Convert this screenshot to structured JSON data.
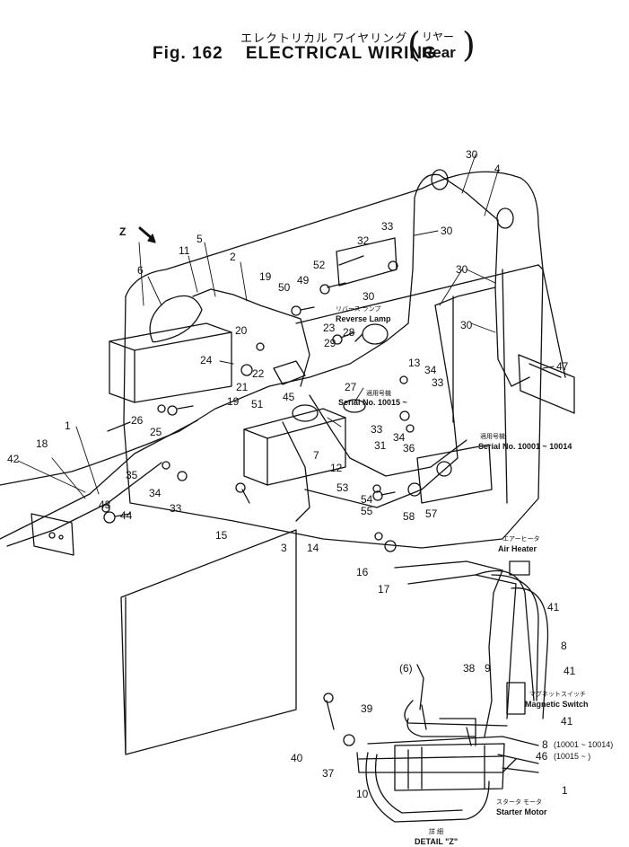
{
  "header": {
    "title_jp": "エレクトリカル ワイヤリング",
    "fig_label": "Fig. 162",
    "title_en": "ELECTRICAL WIRING",
    "qualifier_jp": "リヤー",
    "qualifier_en": "Rear"
  },
  "view_marker": "Z",
  "labels": {
    "reverse_lamp_jp": "リバース ランプ",
    "reverse_lamp": "Reverse Lamp",
    "serial_jp_a": "適用号機",
    "serial_a": "Serial No. 10015 ~",
    "serial_jp_b": "適用号機",
    "serial_b": "Serial No. 10001 ~ 10014",
    "air_heater_jp": "エアーヒータ",
    "air_heater": "Air Heater",
    "magnetic_switch_jp": "マグネットスイッチ",
    "magnetic_switch": "Magnetic Switch",
    "starter_motor_jp": "スタータ モータ",
    "starter_motor": "Starter Motor",
    "detail_jp": "詳 細",
    "detail": "DETAIL \"Z\"",
    "part8_serial": "(10001 ~ 10014)",
    "part46_serial": "(10015 ~ )",
    "part6_ref": "(6)"
  },
  "callouts": {
    "c30a": "30",
    "c4": "4",
    "c30b": "30",
    "c33a": "33",
    "c32": "32",
    "c52": "52",
    "c30c": "30",
    "c30d": "30",
    "c30e": "30",
    "c47": "47",
    "c50": "50",
    "c49": "49",
    "c11": "11",
    "c5": "5",
    "c6": "6",
    "c2": "2",
    "c19a": "19",
    "c23": "23",
    "c20": "20",
    "c28": "28",
    "c29": "29",
    "c13": "13",
    "c34a": "34",
    "c33b": "33",
    "c24": "24",
    "c22": "22",
    "c21": "21",
    "c27": "27",
    "c19b": "19",
    "c45": "45",
    "c51": "51",
    "c33c": "33",
    "c34b": "34",
    "c26": "26",
    "c25": "25",
    "c31": "31",
    "c36": "36",
    "c1": "1",
    "c18": "18",
    "c7": "7",
    "c12": "12",
    "c35": "35",
    "c34c": "34",
    "c42": "42",
    "c53": "53",
    "c33d": "33",
    "c43": "43",
    "c54": "54",
    "c44": "44",
    "c55": "55",
    "c15": "15",
    "c58": "58",
    "c57": "57",
    "c3": "3",
    "c14": "14",
    "c16": "16",
    "c17": "17",
    "c41a": "41",
    "c8a": "8",
    "c41b": "41",
    "c38": "38",
    "c9": "9",
    "c6b": "(6)",
    "c41c": "41",
    "c39": "39",
    "c8b": "8",
    "c46": "46",
    "c40": "40",
    "c37": "37",
    "c1b": "1",
    "c10": "10"
  }
}
